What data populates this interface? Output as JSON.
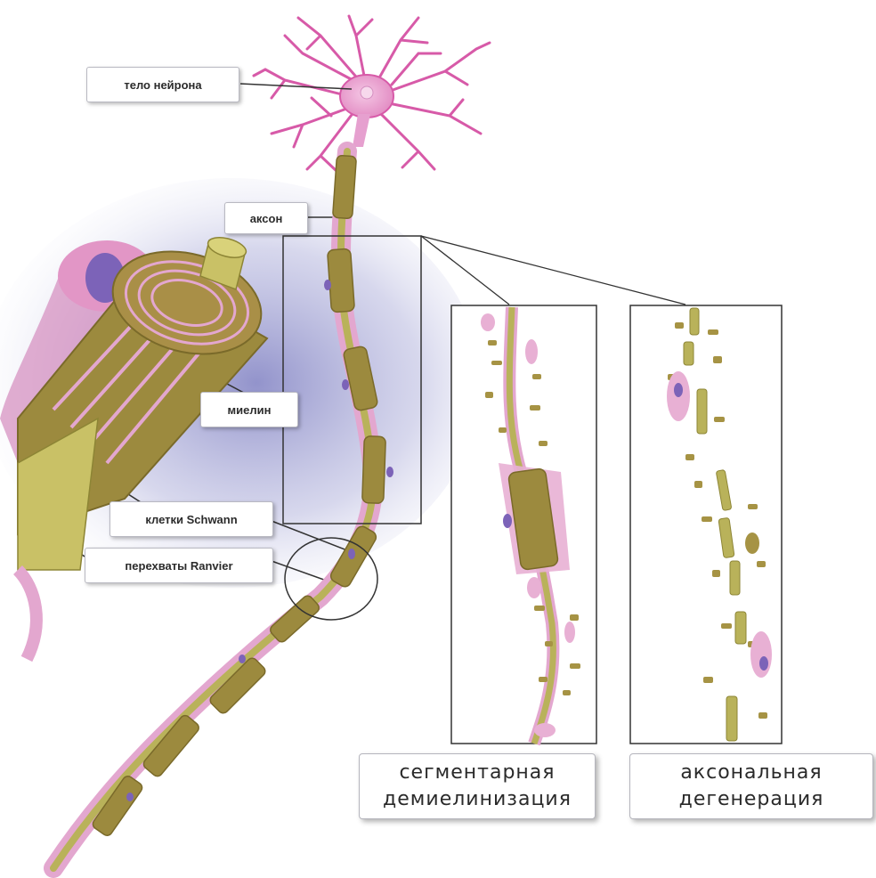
{
  "labels": {
    "neuron_body": "тело нейрона",
    "axon": "аксон",
    "myelin": "миелин",
    "schwann_cells": "клетки Schwann",
    "ranvier_nodes": "перехваты Ranvier"
  },
  "captions": {
    "segmental": {
      "line1": "сегментарная",
      "line2": "демиелинизация"
    },
    "axonal": {
      "line1": "аксональная",
      "line2": "дегенерация"
    }
  },
  "colors": {
    "axon_fill": "#b9b25a",
    "myelin_fill": "#9c8a3e",
    "myelin_stroke": "#7a6a2a",
    "schwann_pink": "#e3a7cf",
    "nucleus": "#7c63b8",
    "neuron_pink": "#d75aa8",
    "glow": "#8f90c8"
  }
}
